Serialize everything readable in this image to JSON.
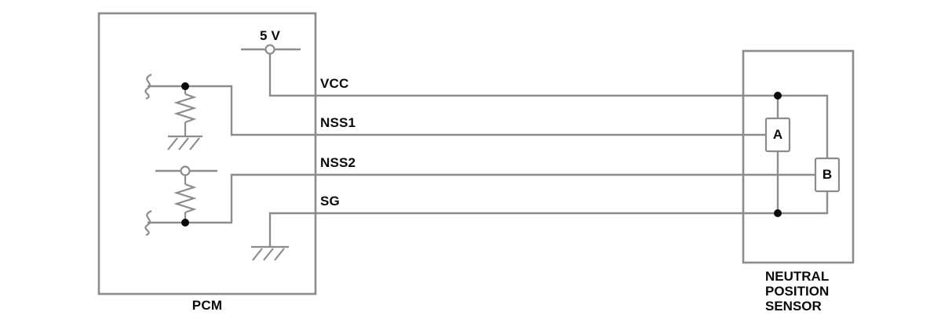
{
  "colors": {
    "wire": "#8c8c8c",
    "ink": "#0a0a0a",
    "bg": "#ffffff"
  },
  "pcm": {
    "label": "PCM",
    "supply_label": "5 V"
  },
  "pins": {
    "vcc": "VCC",
    "nss1": "NSS1",
    "nss2": "NSS2",
    "sg": "SG"
  },
  "sensor": {
    "name_line1": "NEUTRAL",
    "name_line2": "POSITION",
    "name_line3": "SENSOR",
    "component_a": "A",
    "component_b": "B"
  }
}
